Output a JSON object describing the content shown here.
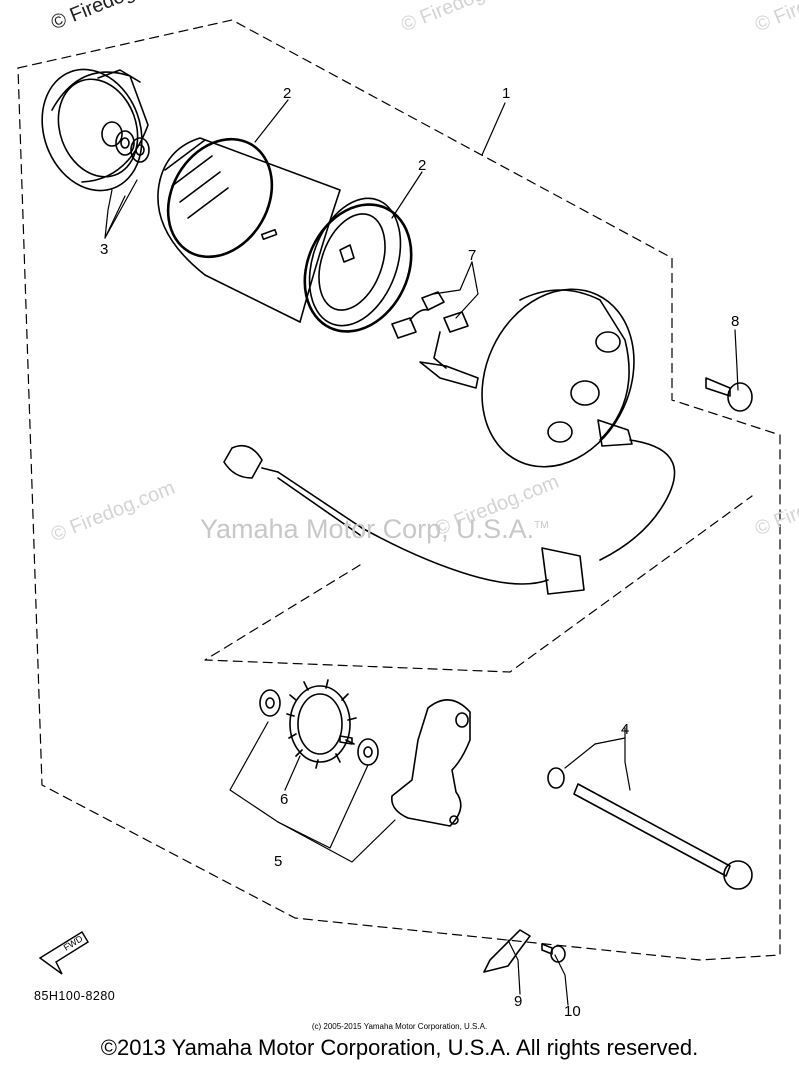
{
  "watermark": {
    "site": "© Firedog.com",
    "corp": "Yamaha Motor Corp, U.S.A.",
    "tm": "TM"
  },
  "callouts": [
    "1",
    "2",
    "2",
    "3",
    "4",
    "5",
    "6",
    "7",
    "8",
    "9",
    "10"
  ],
  "fwd_label": "FWD",
  "part_code": "85H100-8280",
  "small_copyright": "(c) 2005-2015 Yamaha Motor Corporation, U.S.A.",
  "copyright": "©2013 Yamaha Motor Corporation, U.S.A. All rights reserved."
}
